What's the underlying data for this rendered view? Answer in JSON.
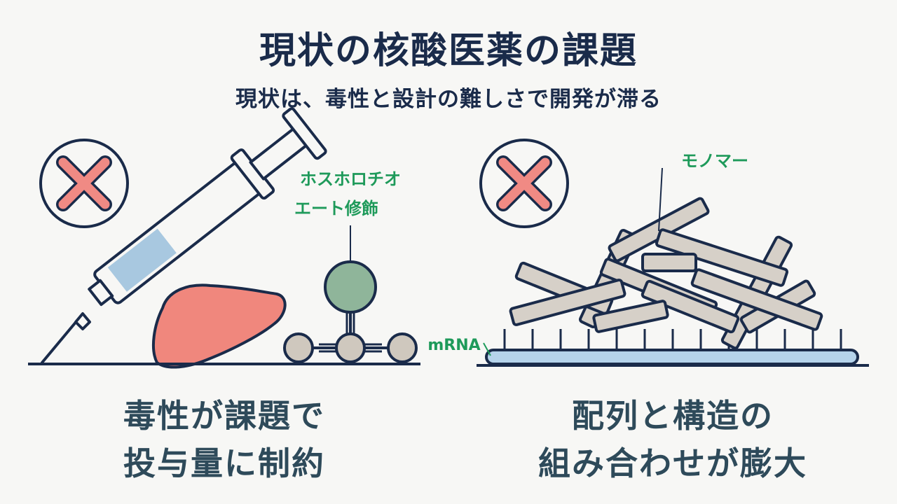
{
  "title": "現状の核酸医薬の課題",
  "subtitle": "現状は、毒性と設計の難しさで開発が滞る",
  "left_panel": {
    "label_line1": "ホスホロチオ",
    "label_line2": "エート修飾",
    "caption_line1": "毒性が課題で",
    "caption_line2": "投与量に制約"
  },
  "right_panel": {
    "monomer_label": "モノマー",
    "mrna_label": "mRNA",
    "caption_line1": "配列と構造の",
    "caption_line2": "組み合わせが膨大"
  },
  "colors": {
    "navy": "#1a2b4a",
    "red_x": "#f08a84",
    "liver": "#f0877d",
    "syringe_fluid": "#a8c8e0",
    "green_label": "#1e9a5a",
    "bead_grey": "#cfc8be",
    "bead_green": "#8fb59a",
    "rod": "#d6d0c8",
    "mrna_strand": "#b5d3ea"
  }
}
